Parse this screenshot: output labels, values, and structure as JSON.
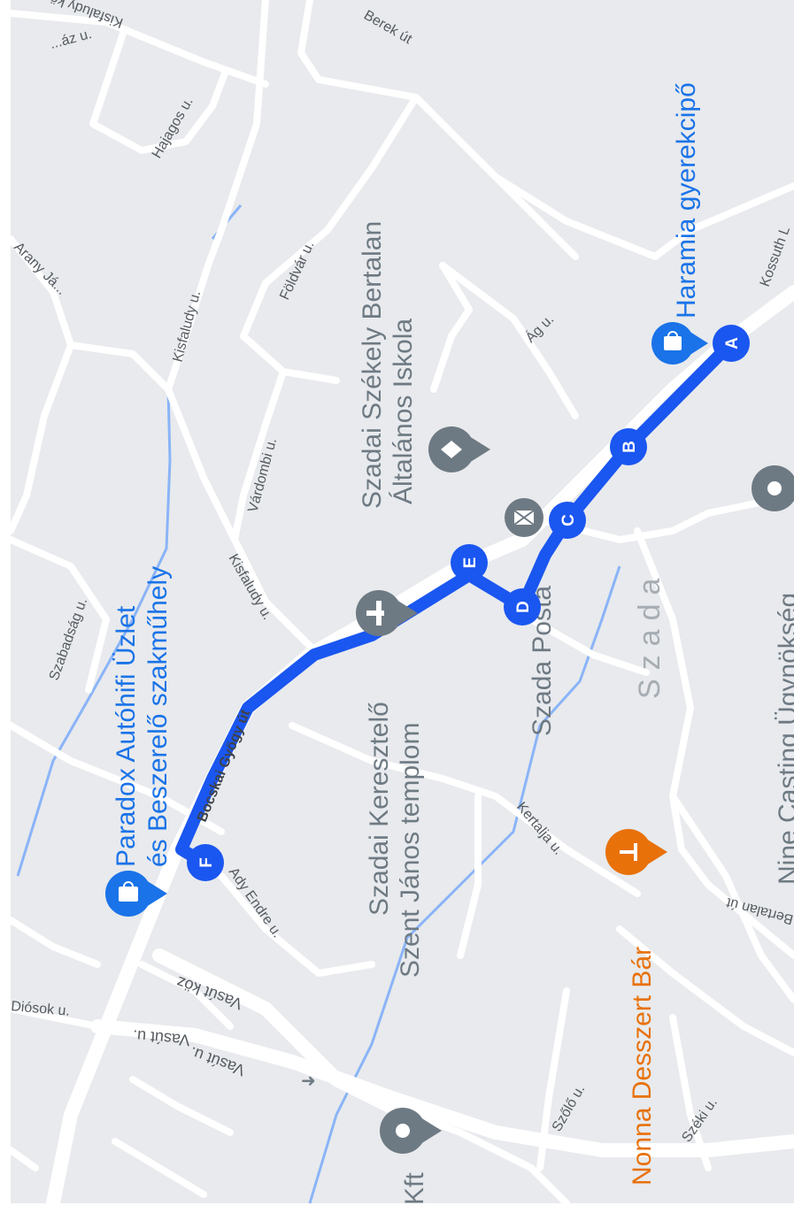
{
  "colors": {
    "route": "#1a56f0",
    "place_blue": "#1a73e8",
    "place_gray": "#6e7a83",
    "place_orange": "#e8710a",
    "road_label": "#555b60",
    "district_label": "#a6adb3",
    "water": "#8ab4f8",
    "land": "#e8eaed",
    "road": "#ffffff"
  },
  "streets": {
    "kisfaludy_koz": "Kisfaludy köz",
    "haz_u": "...áz u.",
    "hajagos_u": "Hajagos u.",
    "berek_ut": "Berek út",
    "arany_j": "Arany Já...",
    "kisfaludy_u_top": "Kisfaludy u.",
    "foldvar_u": "Földvár u.",
    "ag_u": "Ág u.",
    "kossuth": "Kossuth L",
    "vardombi_u": "Várdombi u.",
    "kisfaludy_u_mid": "Kisfaludy u.",
    "szabadsag_u": "Szabadság u.",
    "bocskai": "Bocskai Gyögy út",
    "kertalja_u": "Kertalja u.",
    "bertalan_ut": "Bertalan út",
    "ady_endre": "Ady Endre u.",
    "diosok_u": "Diósok u.",
    "vasut_koz": "Vasút köz",
    "vasut_u1": "Vasút u.",
    "vasut_u2": "Vasút u.",
    "szolo_u": "Szőlő u.",
    "szeki_u": "Széki u."
  },
  "places": {
    "haramia": "Haramia gyerekcipő",
    "iskola_line1": "Szadai Székely Bertalan",
    "iskola_line2": "Általános Iskola",
    "paradox_line1": "Paradox Autóhifi Üzlet",
    "paradox_line2": "és Beszerelő szakműhely",
    "templom_line1": "Szadai Keresztelő",
    "templom_line2": "Szent János templom",
    "posta": "Szada Posta",
    "district": "Szada",
    "nine_casting": "Nine Casting Ügynökség",
    "nonna": "Nonna Desszert Bár",
    "kft": "Kft"
  },
  "route": {
    "markers": [
      "A",
      "B",
      "C",
      "D",
      "E",
      "F"
    ]
  }
}
